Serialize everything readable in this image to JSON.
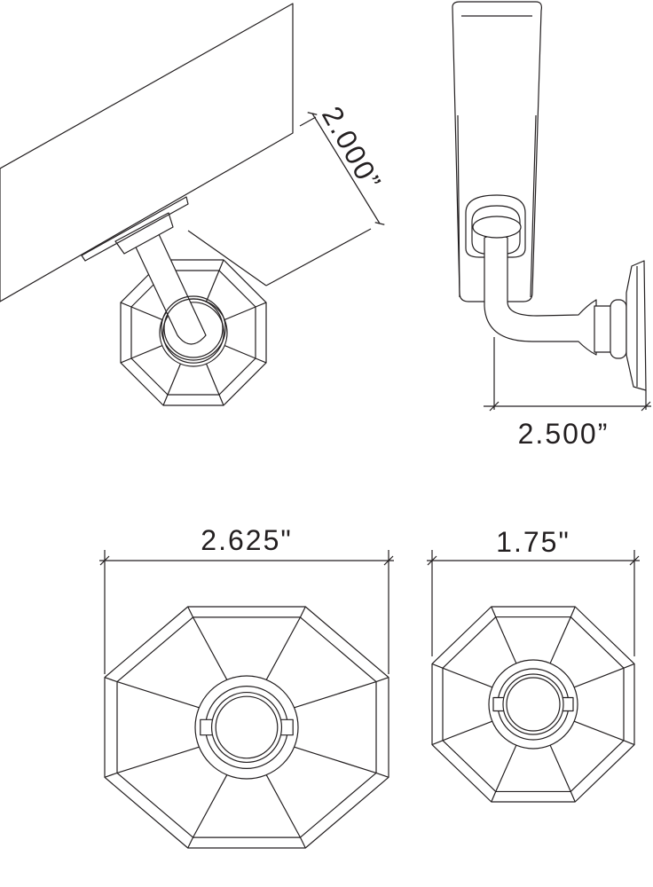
{
  "dimensions": {
    "bracket_projection": "2.000”",
    "side_depth": "2.500”",
    "large_flange_width": "2.625\"",
    "small_flange_width": "1.75\""
  },
  "colors": {
    "line": "#231f20",
    "background": "#ffffff"
  }
}
